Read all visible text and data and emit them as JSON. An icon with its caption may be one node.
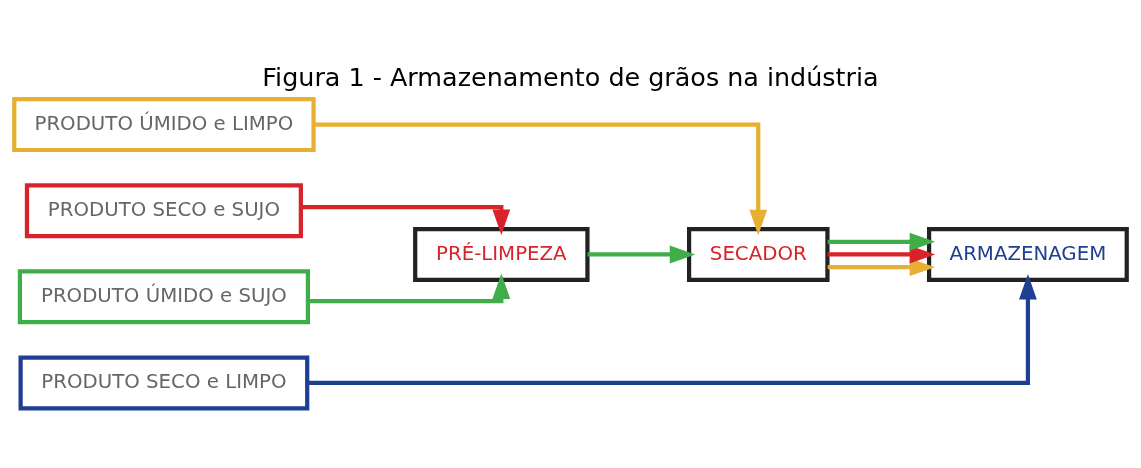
{
  "diagram": {
    "title": "Figura 1 - Armazenamento de grãos na indústria",
    "nodes": [
      {
        "text": [
          "PRODUTO ÚMIDO e LIMPO"
        ]
      },
      {
        "text": [
          "PRODUTO SECO e SUJO"
        ]
      },
      {
        "text": [
          "PRODUTO ÚMIDO e SUJO"
        ]
      },
      {
        "text": [
          "PRODUTO SECO e LIMPO"
        ]
      },
      {
        "text": [
          "PRÉ-LIMPEZA"
        ]
      },
      {
        "text": [
          "SECADOR"
        ]
      },
      {
        "text": [
          "ARMAZENAGEM"
        ]
      }
    ],
    "edges": [
      {
        "from": 0,
        "to": 5,
        "arrow": "to",
        "color": "#e8b033"
      },
      {
        "from": 1,
        "to": 4,
        "arrow": "to",
        "color": "#d9232a"
      },
      {
        "from": 2,
        "to": 4,
        "arrow": "to",
        "color": "#3fae49"
      },
      {
        "from": 4,
        "to": 5,
        "arrow": "to",
        "color": "#3fae49"
      },
      {
        "from": 5,
        "to": 6,
        "arrow": "to",
        "color": "#e8b033"
      },
      {
        "from": 5,
        "to": 6,
        "arrow": "to",
        "color": "#d9232a"
      },
      {
        "from": 5,
        "to": 6,
        "arrow": "to",
        "color": "#3fae49"
      },
      {
        "from": 3,
        "to": 6,
        "arrow": "to",
        "color": "#1f3f93"
      }
    ]
  }
}
